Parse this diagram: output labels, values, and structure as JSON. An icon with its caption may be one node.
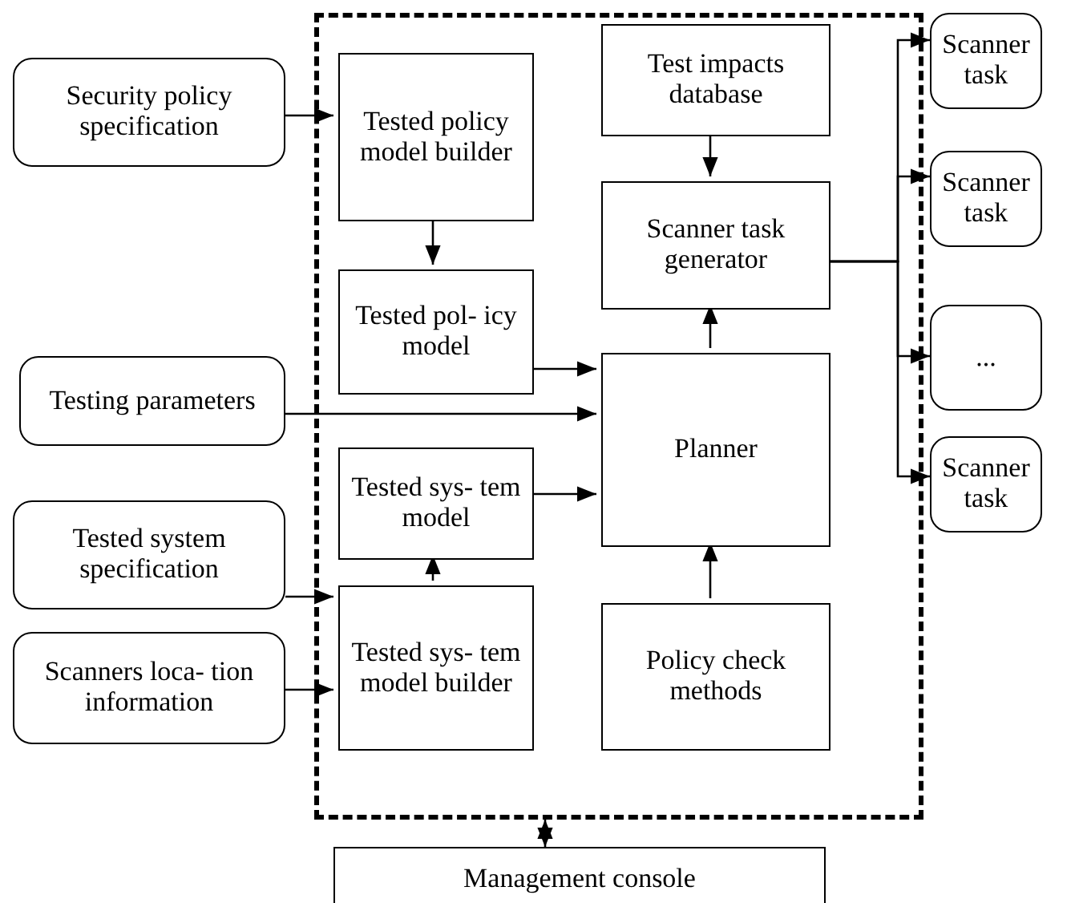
{
  "diagram": {
    "nodes": [
      {
        "text": [],
        "shape": "box"
      },
      {
        "text": [
          "Security policy specification"
        ]
      },
      {
        "text": [
          "Testing parameters"
        ]
      },
      {
        "text": [
          "Tested system specification"
        ]
      },
      {
        "text": [
          "Scanners loca- tion information"
        ]
      },
      {
        "text": [
          "Tested policy model builder"
        ],
        "in": 0
      },
      {
        "text": [
          "Test impacts database"
        ],
        "in": 0
      },
      {
        "text": [
          "Scanner task generator"
        ],
        "in": 0
      },
      {
        "text": [
          "Tested pol- icy model"
        ],
        "in": 0
      },
      {
        "text": [
          "Planner"
        ],
        "in": 0
      },
      {
        "text": [
          "Tested sys- tem model"
        ],
        "in": 0
      },
      {
        "text": [
          "Tested sys- tem model builder"
        ],
        "in": 0
      },
      {
        "text": [
          "Policy check methods"
        ],
        "in": 0
      },
      {
        "text": [
          "Scanner task"
        ]
      },
      {
        "text": [
          "Scanner task"
        ]
      },
      {
        "text": [
          "..."
        ]
      },
      {
        "text": [
          "Scanner task"
        ]
      },
      {
        "text": [
          "Management console"
        ]
      }
    ],
    "edges": [
      {
        "from": 1,
        "to": 5,
        "arrow": "to"
      },
      {
        "from": 5,
        "to": 8,
        "arrow": "to"
      },
      {
        "from": 8,
        "to": 9,
        "arrow": "to"
      },
      {
        "from": 2,
        "to": 9,
        "arrow": "to"
      },
      {
        "from": 10,
        "to": 9,
        "arrow": "to"
      },
      {
        "from": 3,
        "to": 11,
        "arrow": "to"
      },
      {
        "from": 4,
        "to": 11,
        "arrow": "to"
      },
      {
        "from": 11,
        "to": 10,
        "arrow": "to"
      },
      {
        "from": 12,
        "to": 9,
        "arrow": "to"
      },
      {
        "from": 9,
        "to": 7,
        "arrow": "to"
      },
      {
        "from": 6,
        "to": 7,
        "arrow": "to"
      },
      {
        "from": 7,
        "to": 13,
        "arrow": "to"
      },
      {
        "from": 7,
        "to": 14,
        "arrow": "to"
      },
      {
        "from": 7,
        "to": 15,
        "arrow": "to"
      },
      {
        "from": 7,
        "to": 16,
        "arrow": "to"
      },
      {
        "from": 0,
        "to": 17,
        "arrow": "both"
      }
    ]
  }
}
